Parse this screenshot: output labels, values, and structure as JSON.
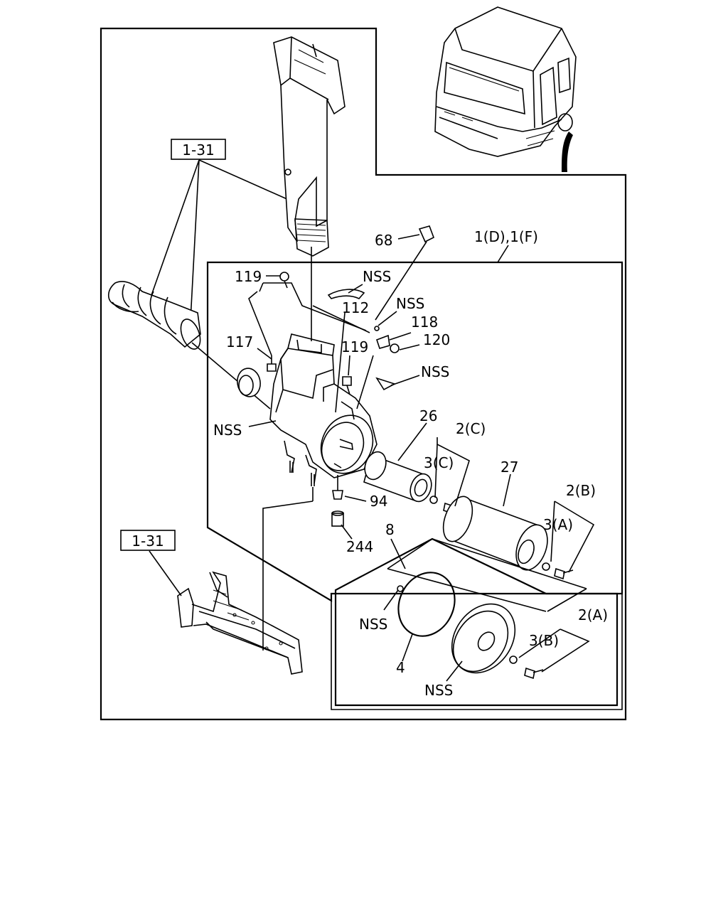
{
  "labels": {
    "ref_top": "1-31",
    "ref_bottom": "1-31",
    "group_main": "1(D),1(F)",
    "p68": "68",
    "p119a": "119",
    "p119b": "119",
    "p112": "112",
    "p118": "118",
    "p120": "120",
    "p117": "117",
    "p26": "26",
    "p27": "27",
    "p94": "94",
    "p244": "244",
    "p8": "8",
    "p4": "4",
    "p2c": "2(C)",
    "p3c": "3(C)",
    "p2b": "2(B)",
    "p3a": "3(A)",
    "p2a": "2(A)",
    "p3b": "3(B)",
    "nss1": "NSS",
    "nss2": "NSS",
    "nss3": "NSS",
    "nss4": "NSS",
    "nss5": "NSS",
    "nss6": "NSS"
  }
}
